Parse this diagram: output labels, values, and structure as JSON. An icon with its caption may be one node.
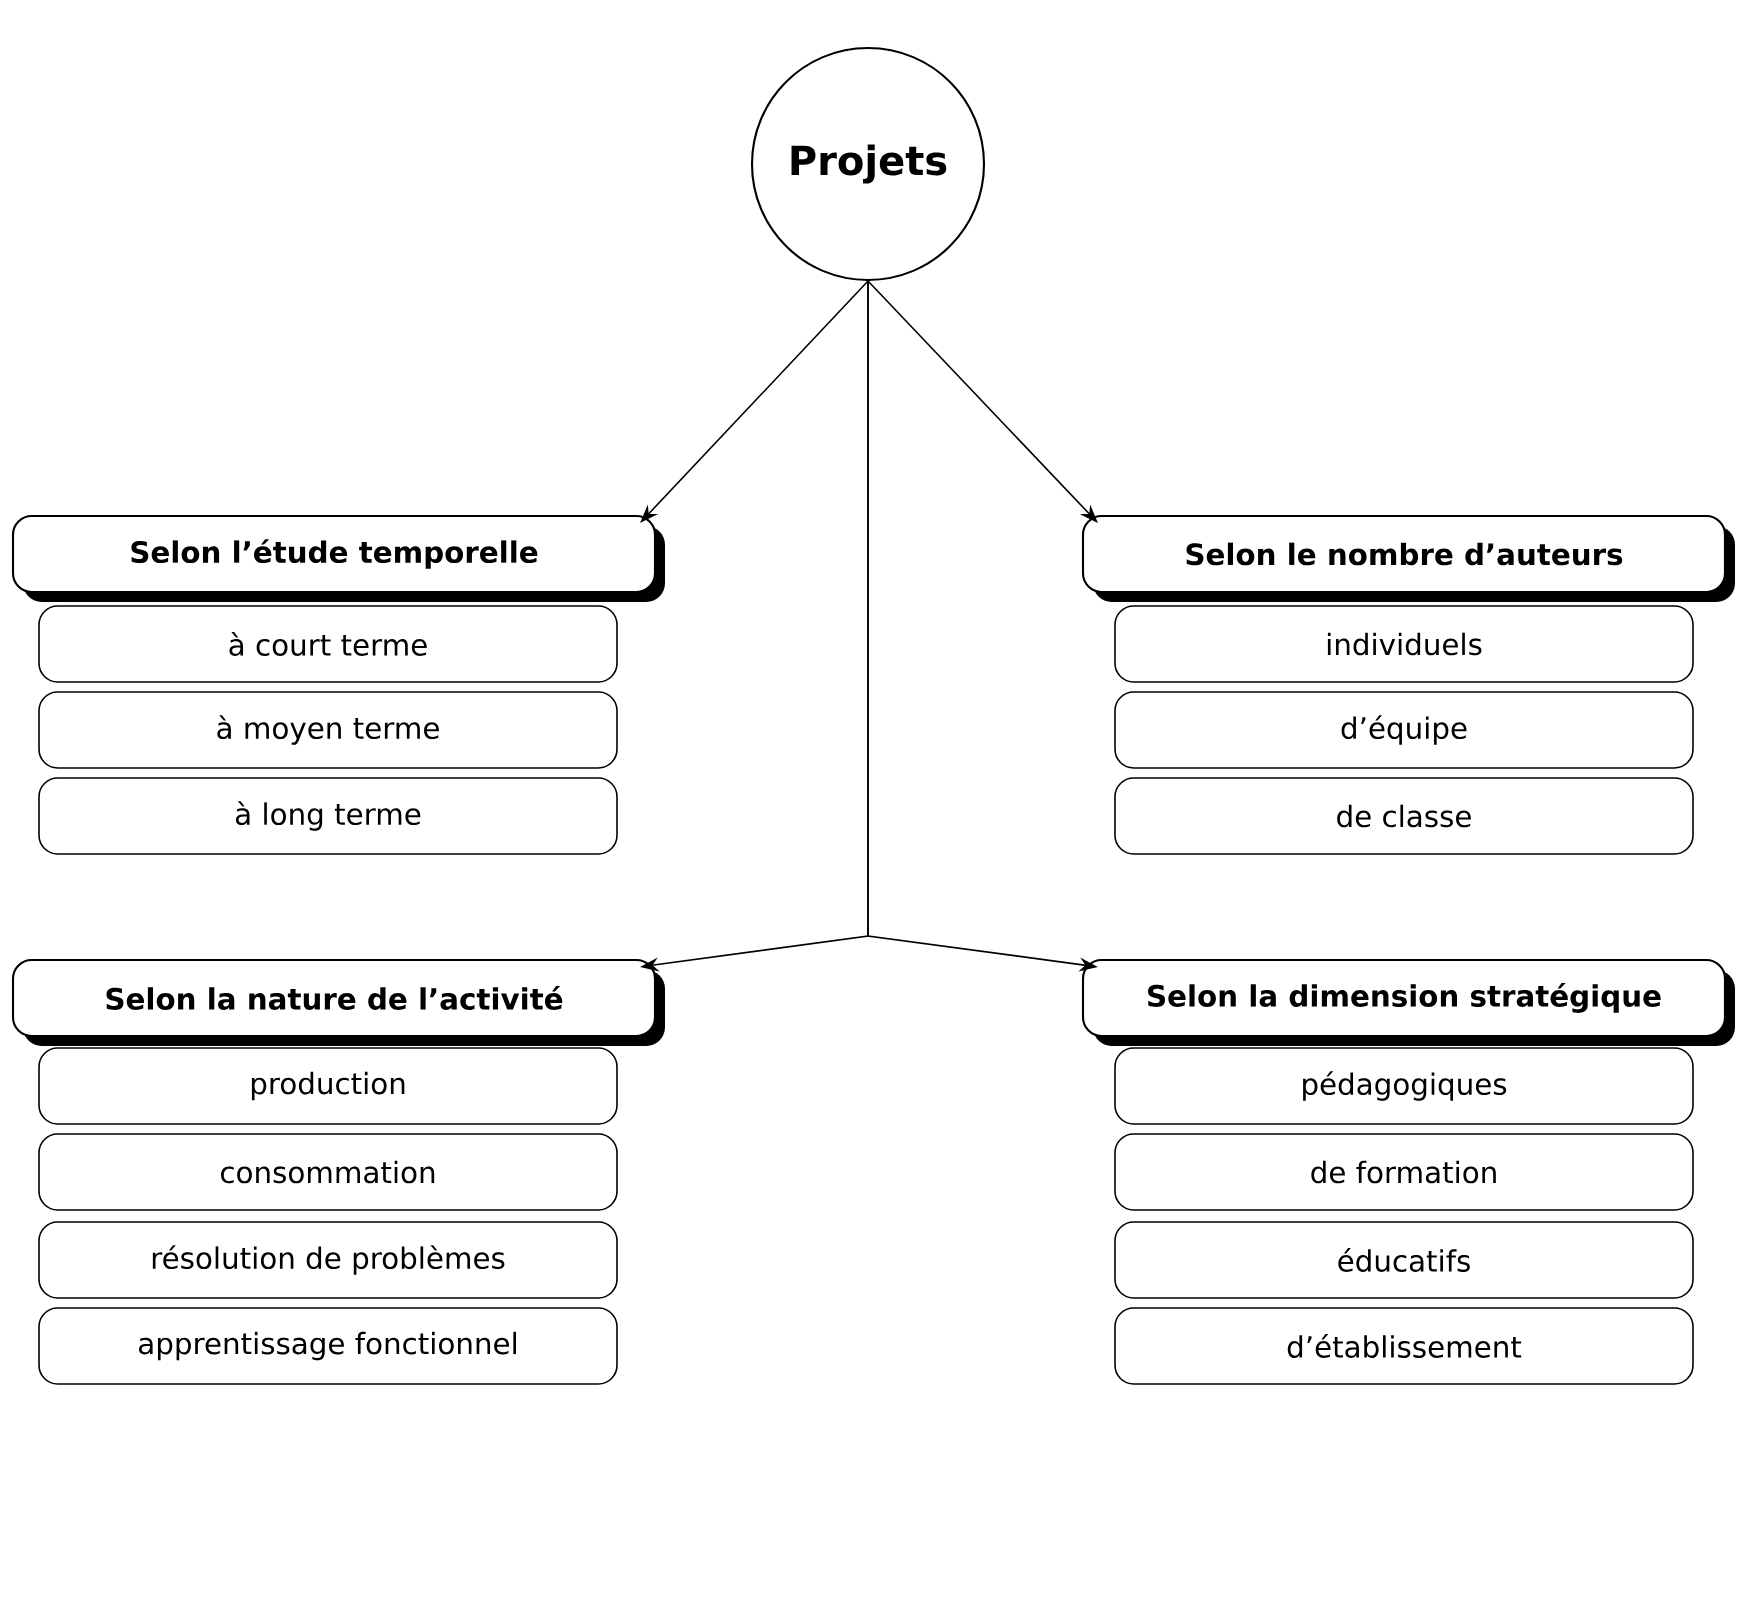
{
  "diagram": {
    "nodes": [
      {
        "text": [
          "Projets"
        ]
      },
      {
        "text": [
          "Selon l’étude temporelle"
        ]
      },
      {
        "text": [
          "à court terme"
        ]
      },
      {
        "text": [
          "à moyen terme"
        ]
      },
      {
        "text": [
          "à long terme"
        ]
      },
      {
        "text": [
          "Selon le nombre d’auteurs"
        ]
      },
      {
        "text": [
          "individuels"
        ]
      },
      {
        "text": [
          "d’équipe"
        ]
      },
      {
        "text": [
          "de classe"
        ]
      },
      {
        "text": [
          "Selon la nature de l’activité"
        ]
      },
      {
        "text": [
          "production"
        ]
      },
      {
        "text": [
          "consommation"
        ]
      },
      {
        "text": [
          "résolution de problèmes"
        ]
      },
      {
        "text": [
          "apprentissage fonctionnel"
        ]
      },
      {
        "text": [
          "Selon la dimension stratégique"
        ]
      },
      {
        "text": [
          "pédagogiques"
        ]
      },
      {
        "text": [
          "de formation"
        ]
      },
      {
        "text": [
          "éducatifs"
        ]
      },
      {
        "text": [
          "d’établissement"
        ]
      }
    ],
    "edges": [
      {
        "from": 0,
        "to": 1,
        "arrow": "to"
      },
      {
        "from": 0,
        "to": 5,
        "arrow": "to"
      },
      {
        "from": 0,
        "to": 9,
        "arrow": "to"
      },
      {
        "from": 0,
        "to": 14,
        "arrow": "to"
      }
    ]
  }
}
